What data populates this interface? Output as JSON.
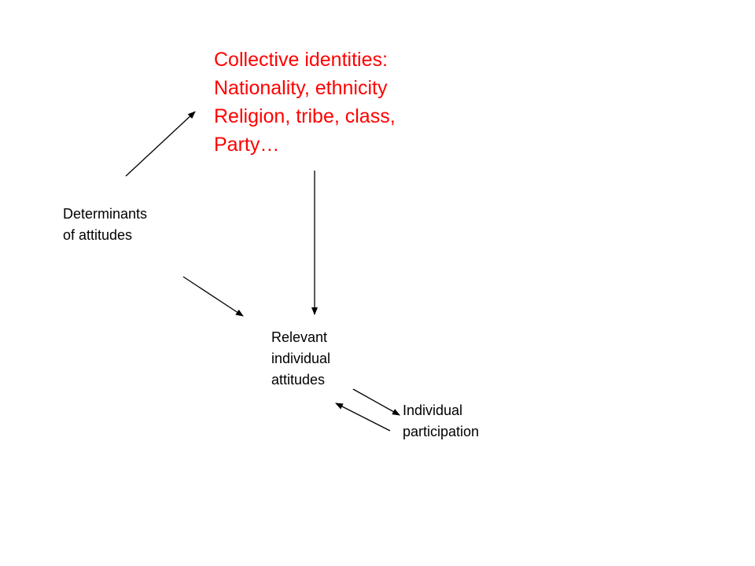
{
  "nodes": {
    "collective": {
      "lines": [
        "Collective identities:",
        "Nationality, ethnicity",
        "Religion, tribe, class,",
        "Party…"
      ],
      "color": "#ff0000"
    },
    "determinants": {
      "lines": [
        "Determinants",
        "of attitudes"
      ],
      "color": "#000000"
    },
    "relevant": {
      "lines": [
        "Relevant",
        "individual",
        "attitudes"
      ],
      "color": "#000000"
    },
    "participation": {
      "lines": [
        "Individual",
        "participation"
      ],
      "color": "#000000"
    }
  },
  "edges": [
    {
      "from": "determinants",
      "to": "collective"
    },
    {
      "from": "determinants",
      "to": "relevant"
    },
    {
      "from": "collective",
      "to": "relevant"
    },
    {
      "from": "relevant",
      "to": "participation"
    },
    {
      "from": "participation",
      "to": "relevant"
    }
  ],
  "arrow_color": "#000000"
}
